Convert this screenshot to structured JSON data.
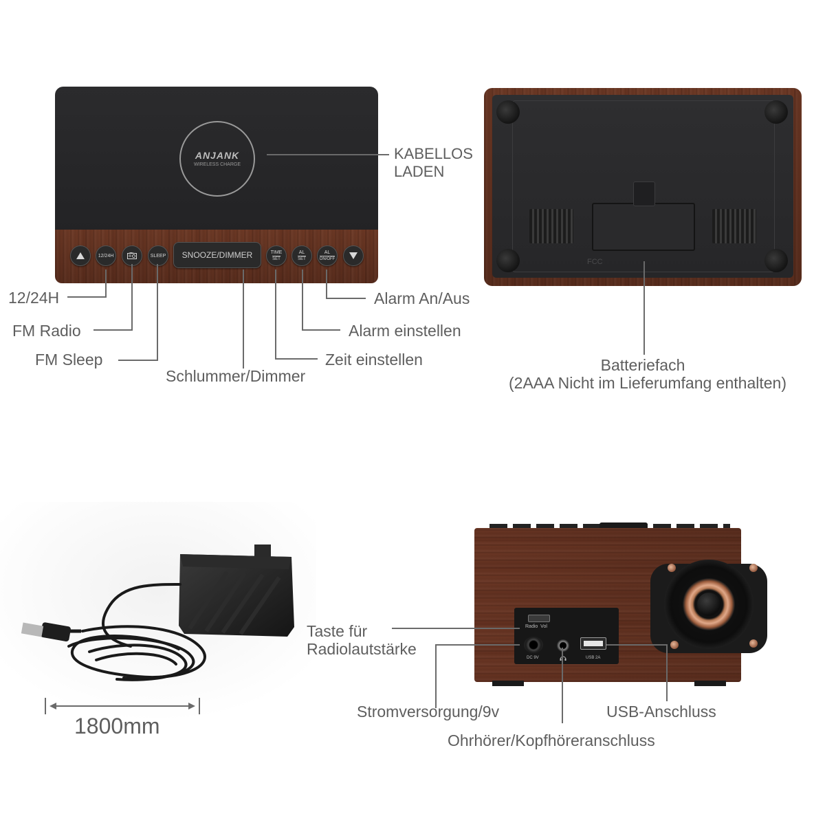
{
  "top_left": {
    "logo_brand": "ANJANK",
    "logo_sub": "WIRELESS CHARGE",
    "buttons": {
      "mode_1224": "12/24H",
      "sleep": "SLEEP",
      "snooze": "SNOOZE/DIMMER",
      "time_top": "TIME",
      "time_bottom": "SET",
      "al_top": "AL",
      "al_bottom": "SET",
      "al_on_top": "AL",
      "al_on_bottom": "ON/OFF"
    },
    "labels": {
      "wireless_line1": "KABELLOS",
      "wireless_line2": "LADEN",
      "h1224": "12/24H",
      "fm_radio": "FM Radio",
      "fm_sleep": "FM Sleep",
      "snooze": "Schlummer/Dimmer",
      "time_set": "Zeit einstellen",
      "alarm_set": "Alarm einstellen",
      "alarm_onoff": "Alarm An/Aus"
    }
  },
  "top_right": {
    "battery_line1": "Batteriefach",
    "battery_line2": "(2AAA Nicht im Lieferumfang enthalten)",
    "bottom_marks": "FCC"
  },
  "bottom_left": {
    "cable_length": "1800mm"
  },
  "bottom_right": {
    "panel": {
      "radio_vol": "Radio  Vol",
      "dc": "DC 9V",
      "usb": "USB 2A"
    },
    "labels": {
      "radio_volume_line1": "Taste für",
      "radio_volume_line2": "Radiolautstärke",
      "power": "Stromversorgung/9v",
      "usb_port": "USB-Anschluss",
      "headphone": "Ohrhörer/Kopfhöreranschluss"
    }
  }
}
